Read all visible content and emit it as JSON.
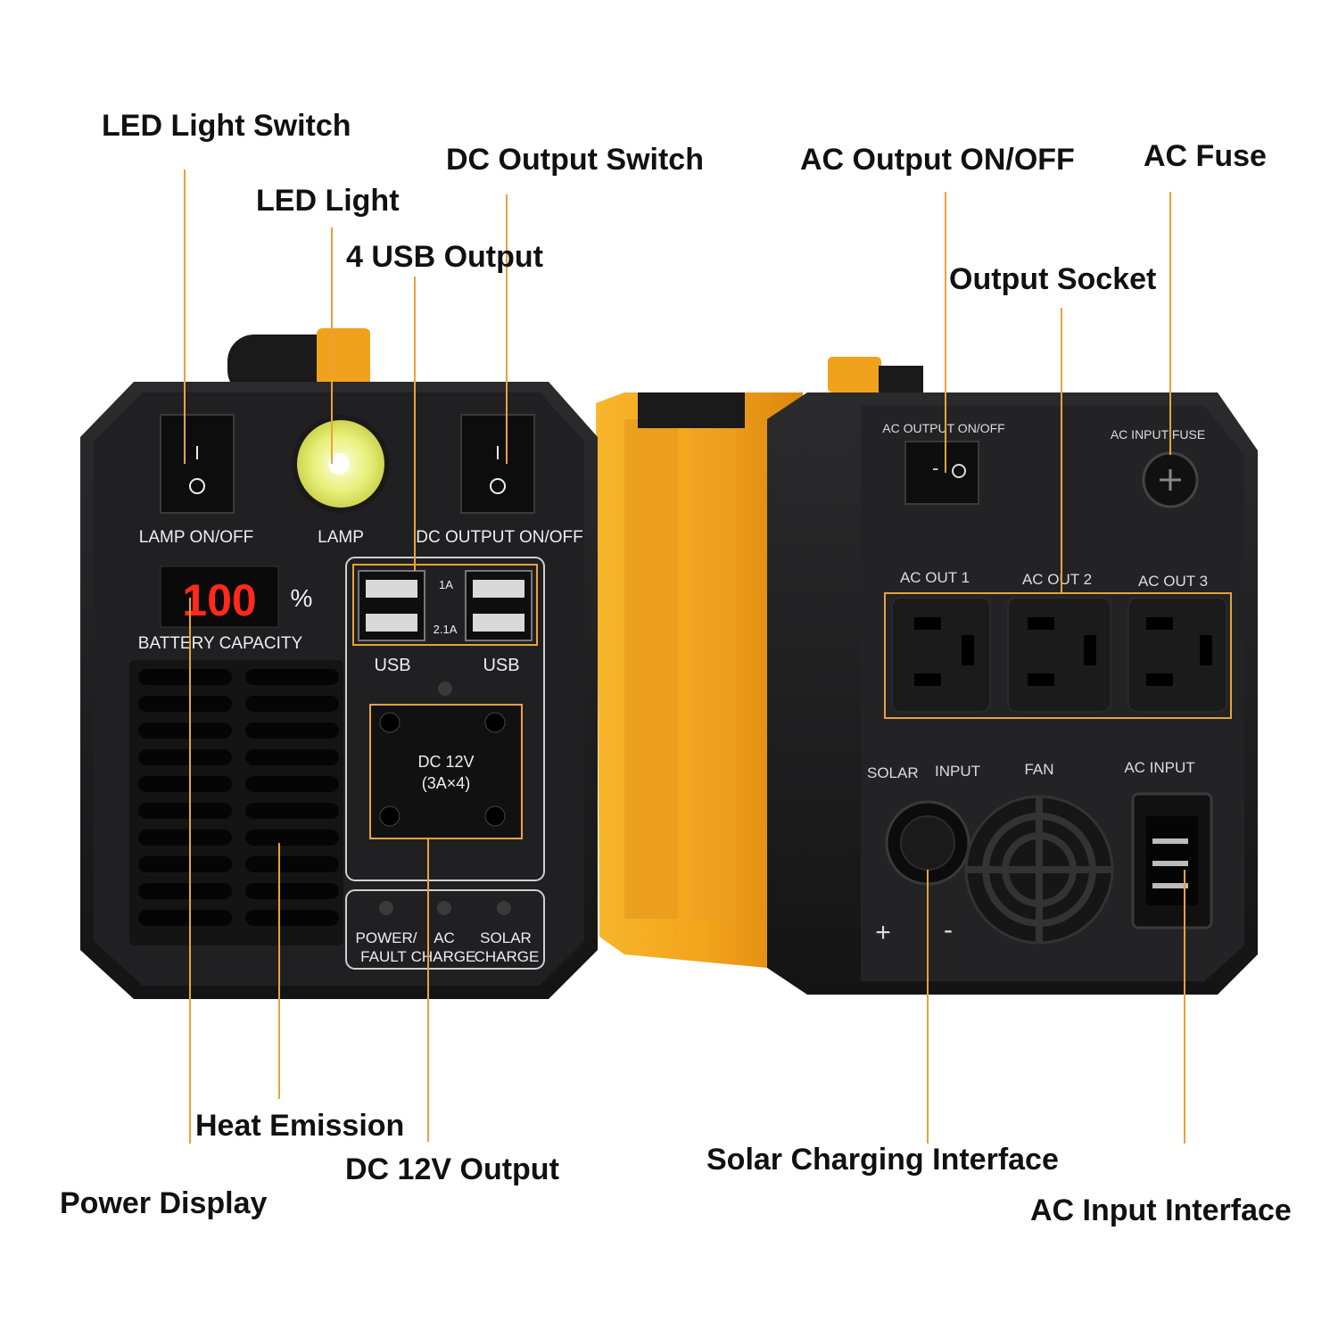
{
  "colors": {
    "accent_orange": "#f0a21c",
    "body_black": "#1c1c1e",
    "panel_black": "#262628",
    "led_red": "#ff2a1a",
    "line_color": "#e8a33a"
  },
  "callouts": {
    "led_light_switch": "LED Light Switch",
    "led_light": "LED Light",
    "dc_output_switch": "DC Output Switch",
    "usb_output": "4 USB Output",
    "ac_output_onoff": "AC Output ON/OFF",
    "ac_fuse": "AC  Fuse",
    "output_socket": "Output Socket",
    "heat_emission": "Heat Emission",
    "dc12v_output": "DC 12V Output",
    "power_display": "Power Display",
    "solar_charging_interface": "Solar Charging Interface",
    "ac_input_interface": "AC Input Interface"
  },
  "front_panel": {
    "lamp_switch_label": "LAMP  ON/OFF",
    "lamp_label": "LAMP",
    "dc_switch_label": "DC  OUTPUT  ON/OFF",
    "battery_readout": "100",
    "percent_sign": "%",
    "battery_label": "BATTERY CAPACITY",
    "usb_rate_top": "1A",
    "usb_rate_bottom": "2.1A",
    "usb_left_label": "USB",
    "usb_right_label": "USB",
    "dc_port_line1": "DC 12V",
    "dc_port_line2": "(3A×4)",
    "indicator_power_line1": "POWER/",
    "indicator_power_line2": "FAULT",
    "indicator_ac_line1": "AC",
    "indicator_ac_line2": "CHARGE",
    "indicator_solar_line1": "SOLAR",
    "indicator_solar_line2": "CHARGE"
  },
  "rear_panel": {
    "ac_switch_label": "AC OUTPUT ON/OFF",
    "fuse_label": "AC INPUT FUSE",
    "outlet_1": "AC OUT 1",
    "outlet_2": "AC OUT 2",
    "outlet_3": "AC OUT 3",
    "solar_label": "SOLAR",
    "input_label": "INPUT",
    "fan_label": "FAN",
    "ac_input_label": "AC INPUT",
    "plus": "+",
    "minus": "-"
  }
}
